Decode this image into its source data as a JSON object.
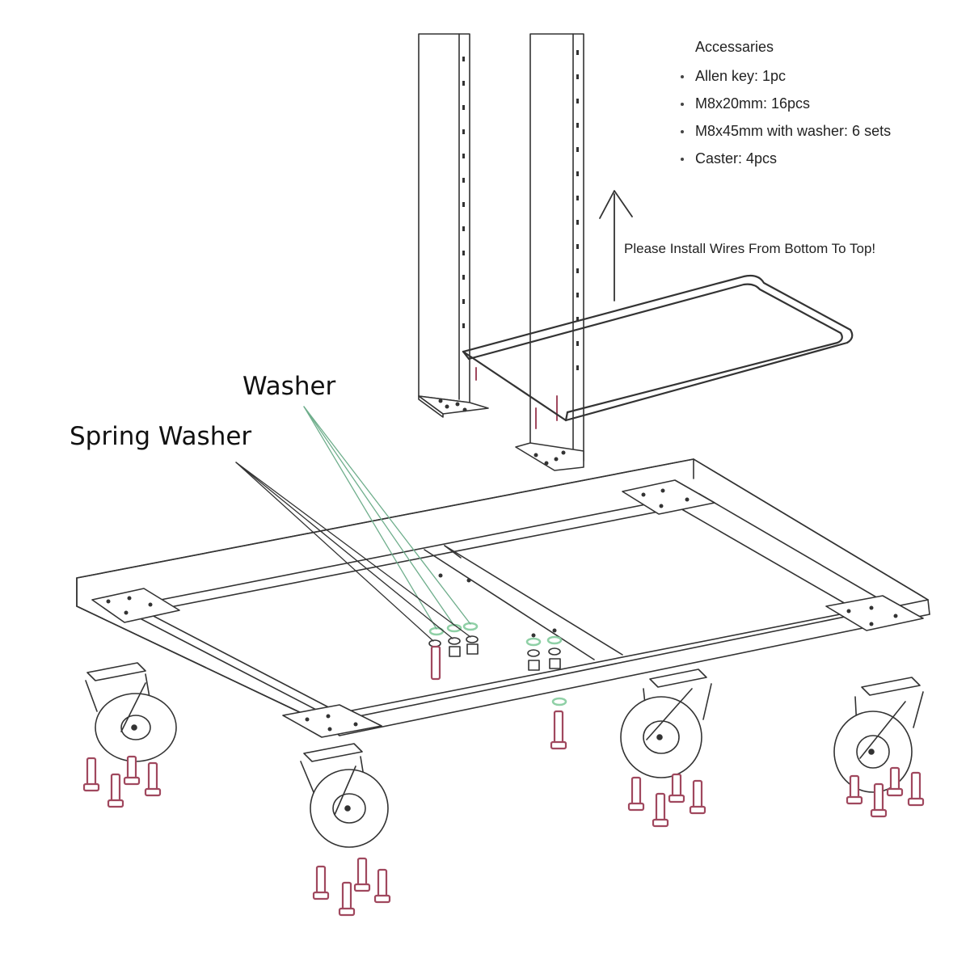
{
  "accessories": {
    "title": "Accessaries",
    "items": [
      "Allen key: 1pc",
      "M8x20mm: 16pcs",
      "M8x45mm with washer: 6 sets",
      "Caster: 4pcs"
    ]
  },
  "instruction": "Please Install Wires From Bottom To Top!",
  "callouts": {
    "washer": "Washer",
    "spring_washer": "Spring Washer"
  },
  "colors": {
    "line": "#333333",
    "bolt": "#a0485e",
    "leader": "#6fae8c",
    "washer": "#8fd0a6"
  }
}
